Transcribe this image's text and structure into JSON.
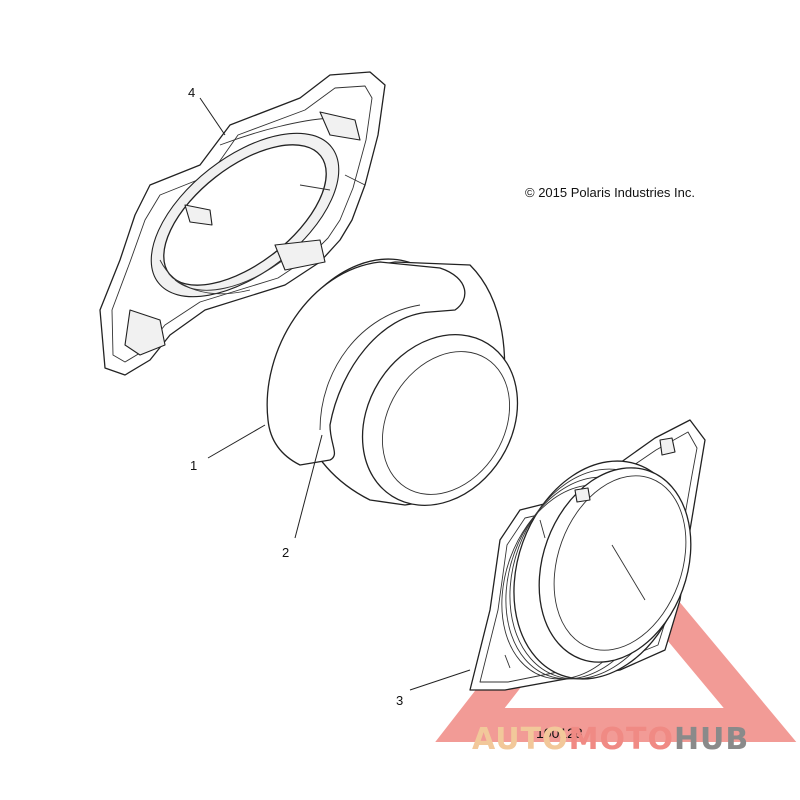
{
  "copyright": "© 2015 Polaris Industries Inc.",
  "diagram_number": "100128",
  "callouts": [
    {
      "label": "1"
    },
    {
      "label": "2"
    },
    {
      "label": "3"
    },
    {
      "label": "4"
    }
  ],
  "watermark": {
    "part1": "AUTO",
    "part2": "MOTO",
    "part3": "HUB",
    "color_primary": "#f08a84",
    "color_secondary": "#f2c89a",
    "color_tertiary": "#8a8a8a"
  }
}
